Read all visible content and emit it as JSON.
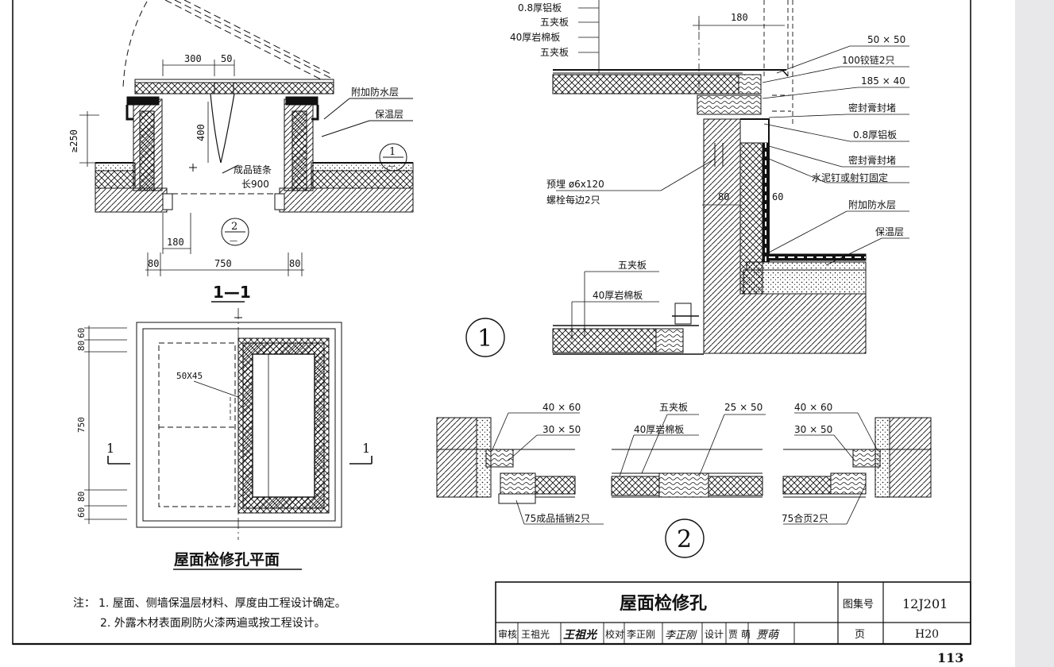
{
  "colors": {
    "ink": "#111111",
    "paper": "#ffffff",
    "scrollbar": "#e8e8ea"
  },
  "section_1_1": {
    "dims": {
      "d300": "300",
      "d50": "50",
      "d250": "≥250",
      "d400": "400",
      "d180": "180",
      "d80a": "80",
      "d750": "750",
      "d80b": "80"
    },
    "chain_label": "成品链条",
    "chain_length": "长900",
    "label_waterproof": "附加防水层",
    "label_insulation": "保温层",
    "ref1_top": "1",
    "ref1_bottom": "—",
    "ref2_top": "2",
    "ref2_bottom": "—",
    "title": "1—1"
  },
  "plan": {
    "dims": {
      "d60a": "60",
      "d80a": "80",
      "d750": "750",
      "d80b": "80",
      "d60b": "60"
    },
    "label_50x45": "50X45",
    "cut_left": "1",
    "cut_right": "1",
    "title": "屋面检修孔平面"
  },
  "detail1": {
    "labels_left": [
      "0.8厚铝板",
      "五夹板",
      "40厚岩棉板",
      "五夹板"
    ],
    "dim_180": "180",
    "labels_right": [
      "50 × 50",
      "100铰链2只",
      "185 × 40",
      "密封膏封堵",
      "0.8厚铝板",
      "密封膏封堵",
      "水泥钉或射钉固定",
      "附加防水层",
      "保温层"
    ],
    "bolt_1": "预埋 ø6x120",
    "bolt_2": "螺栓每边2只",
    "dim_80": "80",
    "dim_60": "60",
    "label_plywood": "五夹板",
    "label_rockwool": "40厚岩棉板",
    "number": "1"
  },
  "detail2": {
    "left": {
      "l1": "40 × 60",
      "l2": "30 × 50",
      "l3": "75成品插销2只"
    },
    "middle": {
      "l1": "五夹板",
      "l2": "25 × 50",
      "l3": "40厚岩棉板"
    },
    "right": {
      "l1": "40 × 60",
      "l2": "30 × 50",
      "l3": "75合页2只"
    },
    "number": "2"
  },
  "notes": {
    "prefix": "注：",
    "n1": "1. 屋面、侧墙保温层材料、厚度由工程设计确定。",
    "n2": "2. 外露木材表面刷防火漆两遍或按工程设计。"
  },
  "title_block": {
    "title": "屋面检修孔",
    "atlas_label": "图集号",
    "atlas_no": "12J201",
    "page_label": "页",
    "page_no": "H20",
    "review_label": "审核",
    "review_name": "王祖光",
    "review_sig": "王祖光",
    "check_label": "校对",
    "check_name": "李正刚",
    "check_sig": "李正刚",
    "design_label": "设计",
    "design_name": "贾  萌",
    "design_sig": "贾萌"
  },
  "page_number": "113"
}
